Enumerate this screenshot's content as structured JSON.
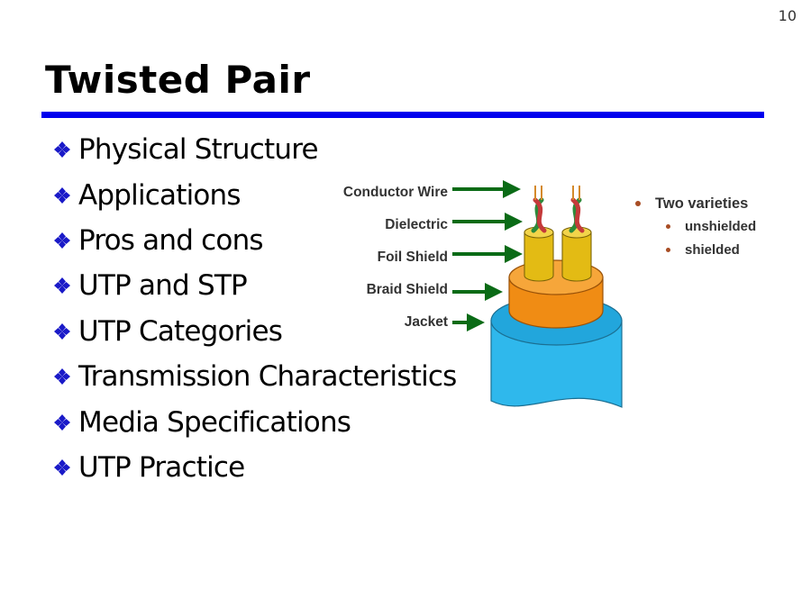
{
  "slide": {
    "number": "10",
    "title": "Twisted Pair",
    "bullets": [
      "Physical Structure",
      "Applications",
      "Pros and cons",
      "UTP and STP",
      "UTP Categories",
      "Transmission Characteristics",
      "Media Specifications",
      "UTP Practice"
    ],
    "bullet_icon": "four-diamond-bullet-icon"
  },
  "diagram": {
    "labels": {
      "conductor": "Conductor Wire",
      "dielectric": "Dielectric",
      "foil": "Foil Shield",
      "braid": "Braid Shield",
      "jacket": "Jacket"
    },
    "colors": {
      "arrow": "#0a6b16",
      "jacket": "#2fb8ec",
      "braid": "#f39a1c",
      "foil": "#e8c21a",
      "title_rule": "#0000ee"
    }
  },
  "varieties": {
    "heading": "Two varieties",
    "items": [
      "unshielded",
      "shielded"
    ]
  }
}
